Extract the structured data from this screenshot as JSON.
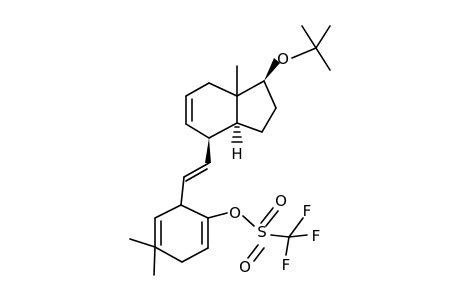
{
  "diagram": {
    "type": "chemical-structure",
    "background": "#ffffff",
    "line_color": "#000000",
    "atom_labels": {
      "o_tbu": "O",
      "h_ring": "H",
      "o_triflate": "O",
      "sulfur": "S",
      "o_sulfonyl_upper": "O",
      "o_sulfonyl_lower": "O",
      "f_right": "F",
      "f_upper": "F",
      "f_lower": "F"
    }
  }
}
